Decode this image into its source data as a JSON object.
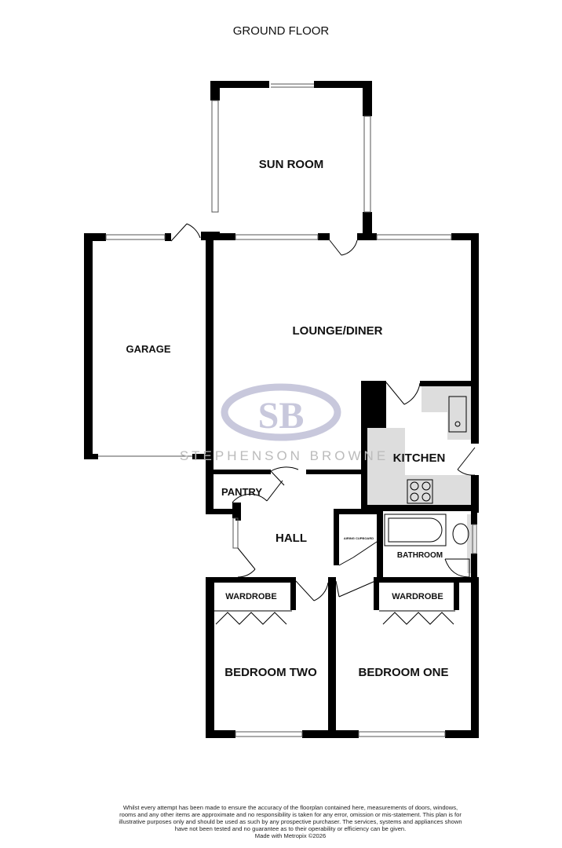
{
  "title": "GROUND FLOOR",
  "rooms": {
    "sun_room": "SUN ROOM",
    "garage": "GARAGE",
    "lounge": "LOUNGE/DINER",
    "kitchen": "KITCHEN",
    "pantry": "PANTRY",
    "hall": "HALL",
    "airing": "AIRING CUPBOARD",
    "bathroom": "BATHROOM",
    "wardrobe_two": "WARDROBE",
    "wardrobe_one": "WARDROBE",
    "bedroom_two": "BEDROOM TWO",
    "bedroom_one": "BEDROOM ONE"
  },
  "watermark": {
    "monogram": "SB",
    "name": "STEPHENSON BROWNE",
    "color": "#c8c8dc"
  },
  "disclaimer": {
    "text": "Whilst every attempt has been made to ensure the accuracy of the floorplan contained here, measurements of doors, windows, rooms and any other items are approximate and no responsibility is taken for any error, omission or mis-statement. This plan is for illustrative purposes only and should be used as such by any prospective purchaser. The services, systems and appliances shown have not been tested and no guarantee as to their operability or efficiency can be given.",
    "credit": "Made with Metropix ©2026"
  }
}
